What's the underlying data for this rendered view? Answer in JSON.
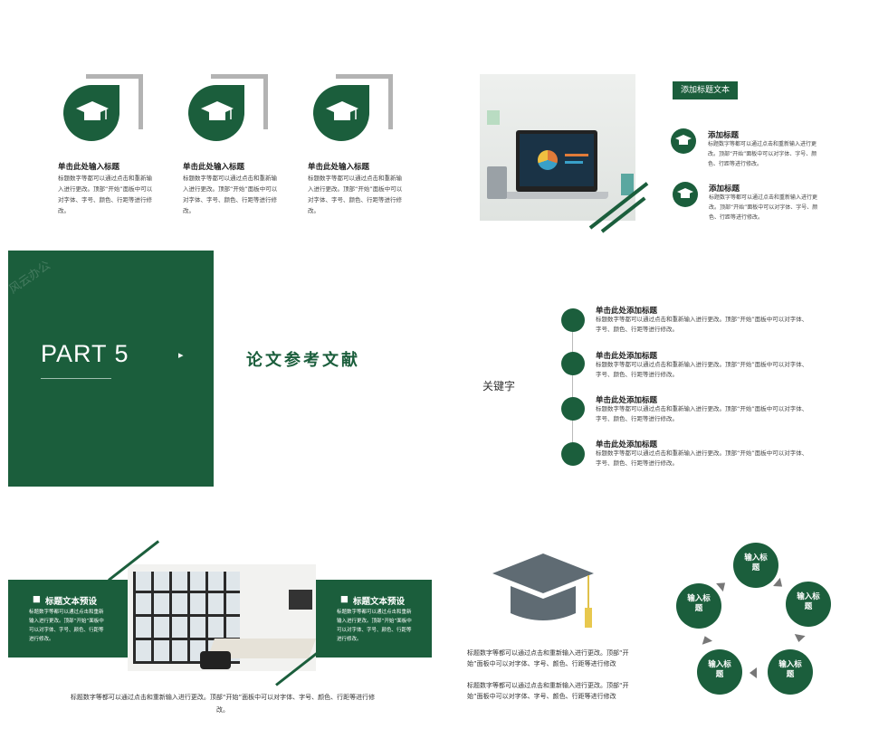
{
  "slide1": {
    "cards": [
      {
        "title": "单击此处输入标题",
        "body": "标题数字等都可以通过点击和重新输入进行更改。顶部“开始”面板中可以对字体、字号、颜色、行距等进行修改。"
      },
      {
        "title": "单击此处输入标题",
        "body": "标题数字等都可以通过点击和重新输入进行更改。顶部“开始”面板中可以对字体、字号、颜色、行距等进行修改。"
      },
      {
        "title": "单击此处输入标题",
        "body": "标题数字等都可以通过点击和重新输入进行更改。顶部“开始”面板中可以对字体、字号、颜色、行距等进行修改。"
      }
    ]
  },
  "slide2": {
    "label": "添加标题文本",
    "items": [
      {
        "title": "添加标题",
        "body": "标题数字等都可以通过点击和重新输入进行更改。顶部“开始”面板中可以对字体、字号、颜色、行距等进行修改。"
      },
      {
        "title": "添加标题",
        "body": "标题数字等都可以通过点击和重新输入进行更改。顶部“开始”面板中可以对字体、字号、颜色、行距等进行修改。"
      }
    ]
  },
  "slide3": {
    "part": "PART 5",
    "arrow": "▸",
    "title": "论文参考文献",
    "watermark": "风云办公"
  },
  "slide4": {
    "keyword": "关键字",
    "items": [
      {
        "title": "单击此处添加标题",
        "body": "标题数字等都可以通过点击和重新输入进行更改。顶部“开始”面板中可以对字体、字号、颜色、行距等进行修改。"
      },
      {
        "title": "单击此处添加标题",
        "body": "标题数字等都可以通过点击和重新输入进行更改。顶部“开始”面板中可以对字体、字号、颜色、行距等进行修改。"
      },
      {
        "title": "单击此处添加标题",
        "body": "标题数字等都可以通过点击和重新输入进行更改。顶部“开始”面板中可以对字体、字号、颜色、行距等进行修改。"
      },
      {
        "title": "单击此处添加标题",
        "body": "标题数字等都可以通过点击和重新输入进行更改。顶部“开始”面板中可以对字体、字号、颜色、行距等进行修改。"
      }
    ]
  },
  "slide5": {
    "left": {
      "title": "标题文本预设",
      "body": "标题数字等都可以通过点击和重新输入进行更改。顶部“开始”面板中可以对字体、字号、颜色、行距等进行修改。"
    },
    "right": {
      "title": "标题文本预设",
      "body": "标题数字等都可以通过点击和重新输入进行更改。顶部“开始”面板中可以对字体、字号、颜色、行距等进行修改。"
    },
    "bottom": "标题数字等都可以通过点击和重新输入进行更改。顶部“开始”面板中可以对字体、字号、颜色、行距等进行修改。"
  },
  "slide6": {
    "para1": "标题数字等都可以通过点击和重新输入进行更改。顶部“开始”面板中可以对字体、字号、颜色、行距等进行修改",
    "para2": "标题数字等都可以通过点击和重新输入进行更改。顶部“开始”面板中可以对字体、字号、颜色、行距等进行修改",
    "cycle": [
      "输入标题",
      "输入标题",
      "输入标题",
      "输入标题",
      "输入标题"
    ]
  },
  "colors": {
    "accent": "#1b5e3c",
    "gray": "#b3b3b3"
  }
}
